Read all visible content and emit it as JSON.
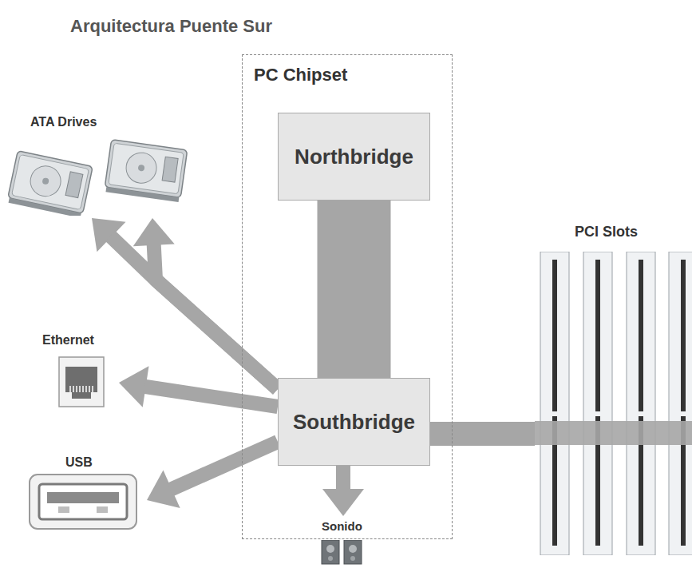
{
  "diagram": {
    "title": "Arquitectura Puente Sur",
    "nodes": [
      {
        "text": [
          "PC Chipset"
        ]
      },
      {
        "text": [
          "Northbridge"
        ],
        "in": 0
      },
      {
        "text": [
          "Southbridge"
        ],
        "in": 0
      },
      {
        "text": [
          "ATA Drives"
        ]
      },
      {
        "text": [
          "Ethernet"
        ]
      },
      {
        "text": [
          "USB"
        ]
      },
      {
        "text": [
          "PCI Slots"
        ]
      },
      {
        "text": [
          "Sonido"
        ]
      }
    ],
    "edges": [
      {
        "from": 1,
        "to": 2,
        "arrow": "none"
      },
      {
        "from": 2,
        "to": 3,
        "arrow": "to"
      },
      {
        "from": 2,
        "to": 4,
        "arrow": "to"
      },
      {
        "from": 2,
        "to": 5,
        "arrow": "to"
      },
      {
        "from": 2,
        "to": 6,
        "arrow": "none"
      },
      {
        "from": 2,
        "to": 7,
        "arrow": "to"
      }
    ]
  }
}
